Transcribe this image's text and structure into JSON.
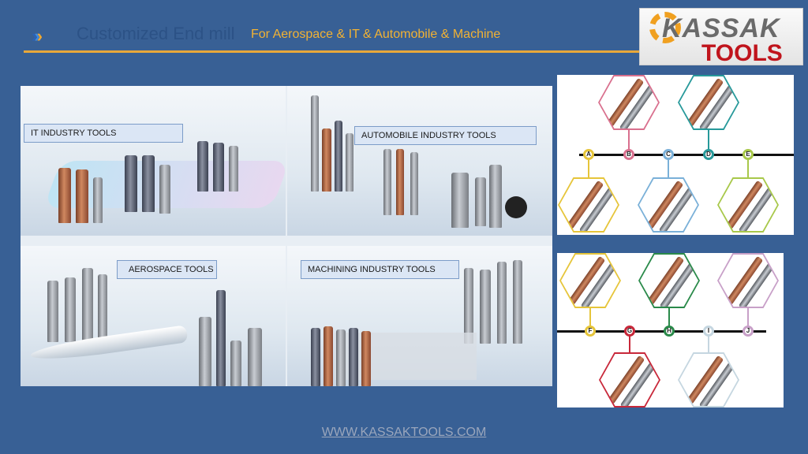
{
  "header": {
    "title": "Customized End mill",
    "subtitle": "For Aerospace & IT & Automobile & Machine",
    "chevron_icon": "triple-chevron-right-icon"
  },
  "logo": {
    "line1": "KASSAK",
    "line2": "TOOLS"
  },
  "collage": {
    "sections": [
      {
        "label": "IT INDUSTRY TOOLS"
      },
      {
        "label": "AUTOMOBILE INDUSTRY TOOLS"
      },
      {
        "label": "AEROSPACE TOOLS"
      },
      {
        "label": "MACHINING INDUSTRY TOOLS"
      }
    ]
  },
  "timelines": [
    {
      "nodes": [
        {
          "letter": "A",
          "color": "#e6c53a",
          "side": "bottom"
        },
        {
          "letter": "B",
          "color": "#d9708e",
          "side": "top"
        },
        {
          "letter": "C",
          "color": "#7ab0d8",
          "side": "bottom"
        },
        {
          "letter": "D",
          "color": "#27999a",
          "side": "top"
        },
        {
          "letter": "E",
          "color": "#a8c84a",
          "side": "bottom"
        }
      ]
    },
    {
      "nodes": [
        {
          "letter": "F",
          "color": "#e6c53a",
          "side": "top"
        },
        {
          "letter": "G",
          "color": "#c8283a",
          "side": "bottom"
        },
        {
          "letter": "H",
          "color": "#2a8a4a",
          "side": "top"
        },
        {
          "letter": "I",
          "color": "#c5d6e0",
          "side": "bottom"
        },
        {
          "letter": "J",
          "color": "#c8a0c8",
          "side": "top"
        }
      ]
    }
  ],
  "footer": {
    "url": "WWW.KASSAKTOOLS.COM"
  }
}
